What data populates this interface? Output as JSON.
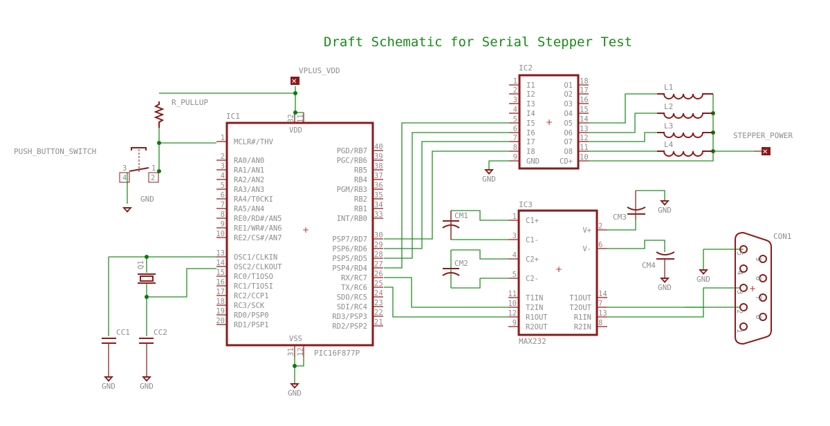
{
  "title": "Draft Schematic for Serial Stepper Test",
  "colors": {
    "wire": "#1f8f1f",
    "component": "#8b1a1a",
    "text": "#8c8c8c",
    "title": "#1a8a1a"
  },
  "supplies": {
    "vplus": "VPLUS_VDD",
    "stepper_power": "STEPPER_POWER",
    "gnd": "GND"
  },
  "components": {
    "r_pullup": "R_PULLUP",
    "push_button": {
      "name": "PUSH_BUTTON_SWITCH",
      "pins": [
        "3",
        "1",
        "4",
        "2"
      ]
    },
    "q1": "Q1",
    "cc1": "CC1",
    "cc2": "CC2",
    "cm1": "CM1",
    "cm2": "CM2",
    "cm3": "CM3",
    "cm4": "CM4",
    "inductors": [
      "L1",
      "L2",
      "L3",
      "L4"
    ],
    "con1": {
      "name": "CON1",
      "pins": [
        "5",
        "4",
        "3",
        "2",
        "1",
        "9",
        "8",
        "7",
        "6"
      ]
    }
  },
  "ic1": {
    "ref": "IC1",
    "part": "PIC16F877P",
    "top_label": "VDD",
    "bottom_label": "VSS",
    "top_pins": [
      "32",
      "11"
    ],
    "bottom_pins": [
      "31",
      "12"
    ],
    "left": [
      {
        "num": "1",
        "name": "MCLR#/THV"
      },
      {
        "num": "2",
        "name": "RA0/AN0"
      },
      {
        "num": "3",
        "name": "RA1/AN1"
      },
      {
        "num": "4",
        "name": "RA2/AN2"
      },
      {
        "num": "5",
        "name": "RA3/AN3"
      },
      {
        "num": "6",
        "name": "RA4/T0CKI"
      },
      {
        "num": "7",
        "name": "RA5/AN4"
      },
      {
        "num": "8",
        "name": "RE0/RD#/AN5"
      },
      {
        "num": "9",
        "name": "RE1/WR#/AN6"
      },
      {
        "num": "10",
        "name": "RE2/CS#/AN7"
      },
      {
        "num": "13",
        "name": "OSC1/CLKIN"
      },
      {
        "num": "14",
        "name": "OSC2/CLKOUT"
      },
      {
        "num": "15",
        "name": "RC0/T1OSO"
      },
      {
        "num": "16",
        "name": "RC1/T1OSI"
      },
      {
        "num": "17",
        "name": "RC2/CCP1"
      },
      {
        "num": "18",
        "name": "RC3/SCK"
      },
      {
        "num": "19",
        "name": "RD0/PSP0"
      },
      {
        "num": "20",
        "name": "RD1/PSP1"
      }
    ],
    "right": [
      {
        "num": "40",
        "name": "PGD/RB7"
      },
      {
        "num": "39",
        "name": "PGC/RB6"
      },
      {
        "num": "38",
        "name": "RB5"
      },
      {
        "num": "37",
        "name": "RB4"
      },
      {
        "num": "36",
        "name": "PGM/RB3"
      },
      {
        "num": "35",
        "name": "RB2"
      },
      {
        "num": "34",
        "name": "RB1"
      },
      {
        "num": "33",
        "name": "INT/RB0"
      },
      {
        "num": "30",
        "name": "PSP7/RD7"
      },
      {
        "num": "29",
        "name": "PSP6/RD6"
      },
      {
        "num": "28",
        "name": "PSP5/RD5"
      },
      {
        "num": "27",
        "name": "PSP4/RD4"
      },
      {
        "num": "26",
        "name": "RX/RC7"
      },
      {
        "num": "25",
        "name": "TX/RC6"
      },
      {
        "num": "24",
        "name": "SDO/RC5"
      },
      {
        "num": "23",
        "name": "SDI/RC4"
      },
      {
        "num": "22",
        "name": "RD3/PSP3"
      },
      {
        "num": "21",
        "name": "RD2/PSP2"
      }
    ]
  },
  "ic2": {
    "ref": "IC2",
    "left": [
      {
        "num": "1",
        "name": "I1"
      },
      {
        "num": "2",
        "name": "I2"
      },
      {
        "num": "3",
        "name": "I3"
      },
      {
        "num": "4",
        "name": "I4"
      },
      {
        "num": "5",
        "name": "I5"
      },
      {
        "num": "6",
        "name": "I6"
      },
      {
        "num": "7",
        "name": "I7"
      },
      {
        "num": "8",
        "name": "I8"
      },
      {
        "num": "9",
        "name": "GND"
      }
    ],
    "right": [
      {
        "num": "18",
        "name": "O1"
      },
      {
        "num": "17",
        "name": "O2"
      },
      {
        "num": "16",
        "name": "O3"
      },
      {
        "num": "15",
        "name": "O4"
      },
      {
        "num": "14",
        "name": "O5"
      },
      {
        "num": "13",
        "name": "O6"
      },
      {
        "num": "12",
        "name": "O7"
      },
      {
        "num": "11",
        "name": "O8"
      },
      {
        "num": "10",
        "name": "CD+"
      }
    ]
  },
  "ic3": {
    "ref": "IC3",
    "part": "MAX232",
    "left": [
      {
        "num": "1",
        "name": "C1+"
      },
      {
        "num": "3",
        "name": "C1-"
      },
      {
        "num": "4",
        "name": "C2+"
      },
      {
        "num": "5",
        "name": "C2-"
      },
      {
        "num": "11",
        "name": "T1IN"
      },
      {
        "num": "10",
        "name": "T2IN"
      },
      {
        "num": "12",
        "name": "R1OUT"
      },
      {
        "num": "9",
        "name": "R2OUT"
      }
    ],
    "right": [
      {
        "num": "2",
        "name": "V+"
      },
      {
        "num": "6",
        "name": "V-"
      },
      {
        "num": "14",
        "name": "T1OUT"
      },
      {
        "num": "7",
        "name": "T2OUT"
      },
      {
        "num": "13",
        "name": "R1IN"
      },
      {
        "num": "8",
        "name": "R2IN"
      }
    ]
  }
}
